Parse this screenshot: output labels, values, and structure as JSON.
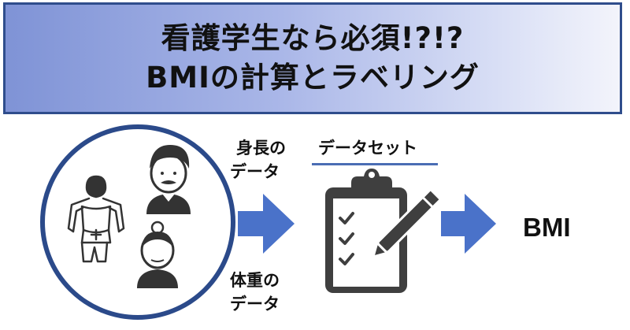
{
  "banner": {
    "line1": "看護学生なら必須!?!?",
    "line2": "BMIの計算とラベリング"
  },
  "labels": {
    "height_data_line1": "身長の",
    "height_data_line2": "データ",
    "dataset": "データセット",
    "weight_data_line1": "体重の",
    "weight_data_line2": "データ",
    "bmi": "BMI"
  },
  "icons": [
    "muscular-man-icon",
    "mustache-man-icon",
    "elderly-woman-icon",
    "arrow-right-icon",
    "clipboard-checklist-icon",
    "pen-icon"
  ],
  "colors": {
    "banner_border": "#2f4d8c",
    "arrow": "#4a72c9",
    "circle": "#2b4a8a",
    "icon": "#3a3a3a"
  }
}
